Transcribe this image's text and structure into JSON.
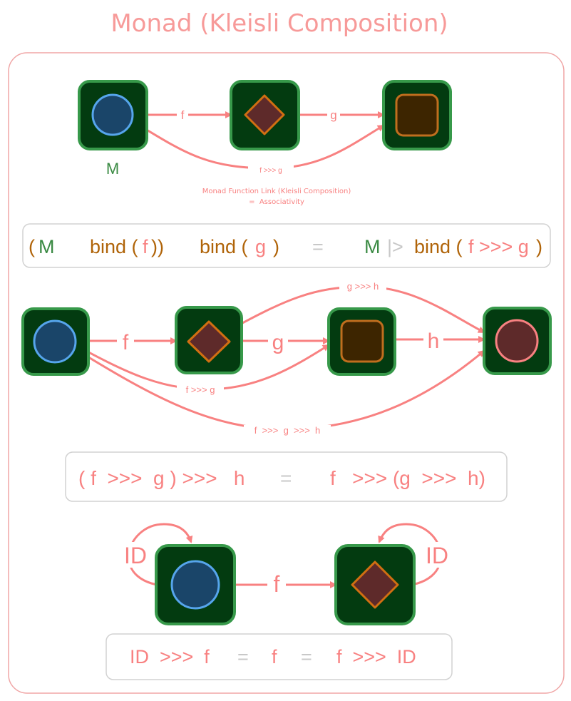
{
  "title": "Monad (Kleisli Composition)",
  "colors": {
    "accent": "#f88181",
    "frame": "#f0a6a6",
    "box_fill": "#033b10",
    "box_stroke": "#37994a",
    "circle_fill": "#1a4569",
    "circle_stroke": "#56a5ec",
    "diamond_fill": "#5e2a2a",
    "diamond_stroke": "#d16f12",
    "square_fill": "#3d2500",
    "square_stroke": "#c06e1e",
    "circle_red_fill": "#5e2a2a",
    "circle_red_stroke": "#f88181",
    "green_text": "#3a8a43",
    "orange_text": "#b06409",
    "gray_text": "#c8c8c8"
  },
  "section1": {
    "m_label": "M",
    "f": "f",
    "g": "g",
    "fg": "f >>> g",
    "note_line1": "Monad Function Link (Kleisli Composition)",
    "note_line2": "=  Associativity",
    "formula": {
      "open": "(",
      "m": "M",
      "bind1": "bind (",
      "f": "f",
      "close1": "))",
      "bind2": "bind (",
      "g": "g",
      "close2": ")",
      "eq": "=",
      "m2": "M",
      "pipe": "|>",
      "bind3": "bind (",
      "fgg": "f >>> g",
      "close3": ")"
    }
  },
  "section2": {
    "f": "f",
    "g": "g",
    "h": "h",
    "gh": "g >>> h",
    "fg": "f >>> g",
    "fgh": "f  >>>  g  >>>  h",
    "formula": {
      "left": "( f  >>>  g ) >>>   h",
      "eq": "=",
      "right": "f   >>> (g  >>>  h)"
    }
  },
  "section3": {
    "id_left": "ID",
    "id_right": "ID",
    "f": "f",
    "formula": {
      "a": "ID  >>>  f",
      "eq1": "=",
      "b": "f",
      "eq2": "=",
      "c": "f  >>>  ID"
    }
  }
}
